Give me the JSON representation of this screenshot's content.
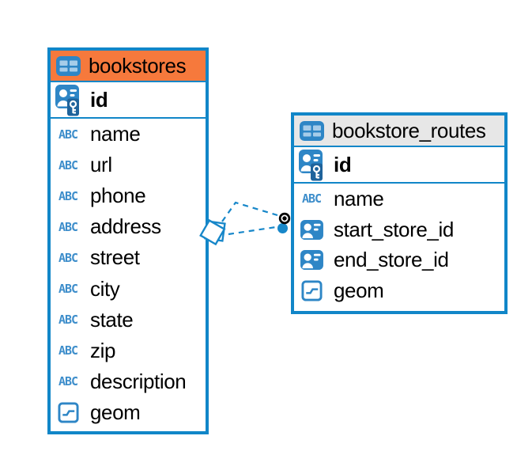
{
  "diagram": {
    "type": "entity-relationship",
    "icons": {
      "text_type": "ABC"
    },
    "tables": [
      {
        "name": "bookstores",
        "header_color": "#f6793c",
        "primary_key": {
          "name": "id",
          "icon": "primary-key"
        },
        "columns": [
          {
            "name": "name",
            "icon": "text"
          },
          {
            "name": "url",
            "icon": "text"
          },
          {
            "name": "phone",
            "icon": "text"
          },
          {
            "name": "address",
            "icon": "text"
          },
          {
            "name": "street",
            "icon": "text"
          },
          {
            "name": "city",
            "icon": "text"
          },
          {
            "name": "state",
            "icon": "text"
          },
          {
            "name": "zip",
            "icon": "text"
          },
          {
            "name": "description",
            "icon": "text"
          },
          {
            "name": "geom",
            "icon": "geometry"
          }
        ]
      },
      {
        "name": "bookstore_routes",
        "header_color": "#e7e7e7",
        "primary_key": {
          "name": "id",
          "icon": "primary-key"
        },
        "columns": [
          {
            "name": "name",
            "icon": "text"
          },
          {
            "name": "start_store_id",
            "icon": "foreign-key"
          },
          {
            "name": "end_store_id",
            "icon": "foreign-key"
          },
          {
            "name": "geom",
            "icon": "geometry"
          }
        ]
      }
    ],
    "relationships": [
      {
        "from": "bookstores",
        "to": "bookstore_routes",
        "line_style": "dashed",
        "endpoint": "black-dot",
        "start_marker": "diamond"
      },
      {
        "from": "bookstores",
        "to": "bookstore_routes",
        "line_style": "dashed",
        "endpoint": "blue-dot",
        "start_marker": "diamond"
      }
    ],
    "colors": {
      "accent_blue": "#1186c8",
      "icon_blue": "#2e86c6",
      "icon_dark_blue": "#1f639b",
      "text_type_blue": "#3e8ecb",
      "header_orange": "#f6793c",
      "header_gray": "#e7e7e7",
      "background": "#ffffff"
    }
  }
}
